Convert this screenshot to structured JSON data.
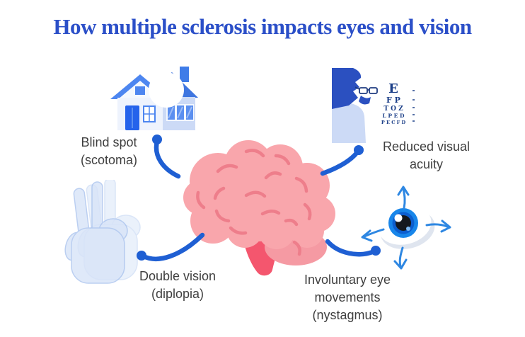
{
  "title": {
    "text": "How multiple sclerosis impacts eyes and vision"
  },
  "center": {
    "icon": "brain-icon"
  },
  "symptoms": [
    {
      "name": "blind-spot",
      "icon": "house-blind-spot-icon",
      "lines": [
        "Blind spot",
        "(scotoma)"
      ]
    },
    {
      "name": "reduced-visual-acuity",
      "icon": "eye-chart-icon",
      "lines": [
        "Reduced visual",
        "acuity"
      ]
    },
    {
      "name": "double-vision",
      "icon": "double-vision-hand-icon",
      "lines": [
        "Double vision",
        "(diplopia)"
      ]
    },
    {
      "name": "involuntary-eye-movements",
      "icon": "eye-movement-icon",
      "lines": [
        "Involuntary eye",
        "movements",
        "(nystagmus)"
      ]
    }
  ],
  "eye_chart": {
    "rows": [
      "E",
      "F P",
      "T O Z",
      "L P E D",
      "P E C F D"
    ]
  },
  "colors": {
    "title_blue": "#2b4fc8",
    "connector_blue": "#1f5fd3",
    "sketch_arrow_blue": "#2e87e2",
    "brain_pink": "#f9a6ac",
    "brain_fold_pink": "#ee7e8b",
    "brain_stem_red": "#f4566e",
    "cerebellum_pink": "#f59aa3",
    "illustration_blue": "#3f7ce8",
    "illustration_light_blue": "#ccdaf6",
    "label_text": "#3f3f3f"
  }
}
